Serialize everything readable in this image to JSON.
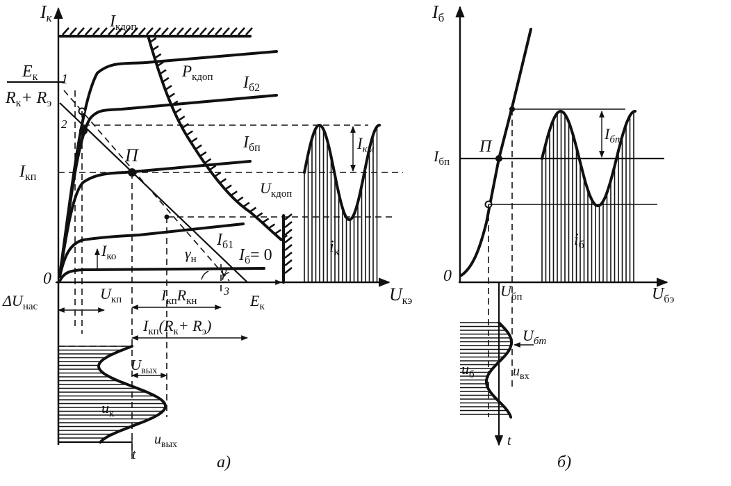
{
  "panel_a": {
    "caption": "а)",
    "y_axis_label": "I",
    "y_axis_sub": "к",
    "x_axis_label": "U",
    "x_axis_sub": "кэ",
    "origin": "0",
    "ik_dop": {
      "main": "I",
      "sub": "кдоп"
    },
    "pk_dop": {
      "main": "P",
      "sub": "кдоп"
    },
    "ib2": {
      "main": "I",
      "sub": "б2"
    },
    "ibp": {
      "main": "I",
      "sub": "бп"
    },
    "ib1": {
      "main": "I",
      "sub": "б1"
    },
    "ib0": {
      "main": "I",
      "sub": "б",
      "rest": "= 0"
    },
    "ikp": {
      "main": "I",
      "sub": "кп"
    },
    "iko": {
      "main": "I",
      "sub": "ко"
    },
    "ek_num": {
      "main": "E",
      "sub": "к"
    },
    "ek_den": {
      "a": "R",
      "a_sub": "к",
      "plus": "+ R",
      "b_sub": "э"
    },
    "point_1": "1",
    "point_2": "2",
    "point_3": "3",
    "point_p": "П",
    "gamma_n": {
      "main": "γ",
      "sub": "н"
    },
    "gamma": "γ",
    "uk_dop": {
      "main": "U",
      "sub": "кдоп"
    },
    "ikm": {
      "main": "I",
      "sub": "км"
    },
    "ik_wave": {
      "main": "i",
      "sub": "к"
    },
    "delta_unas": {
      "main": "ΔU",
      "sub": "нас"
    },
    "ukp": {
      "main": "U",
      "sub": "кп"
    },
    "ikp_rkn": {
      "a": "I",
      "a_sub": "кп",
      "b": "R",
      "b_sub": "кн"
    },
    "ikp_rk_re": {
      "a": "I",
      "a_sub": "кп",
      "mid": "(R",
      "k_sub": "к",
      "plus": "+ R",
      "e_sub": "э",
      "close": ")"
    },
    "ek_axis": {
      "main": "E",
      "sub": "к"
    },
    "uvyx_amp": {
      "main": "U",
      "sub": "вых"
    },
    "uk_wave": {
      "main": "u",
      "sub": "к"
    },
    "uvyx": {
      "main": "u",
      "sub": "вых"
    },
    "t": "t"
  },
  "panel_b": {
    "caption": "б)",
    "y_axis_label": "I",
    "y_axis_sub": "б",
    "x_axis_label": "U",
    "x_axis_sub": "бэ",
    "origin": "0",
    "point_p": "П",
    "ibp": {
      "main": "I",
      "sub": "бп"
    },
    "ibm": {
      "main": "I",
      "sub": "бm"
    },
    "ib_wave": {
      "main": "i",
      "sub": "б"
    },
    "ubp": {
      "main": "U",
      "sub": "бп"
    },
    "ubm": {
      "main": "U",
      "sub": "бm"
    },
    "ub_wave": {
      "main": "u",
      "sub": "б"
    },
    "uvx": {
      "main": "u",
      "sub": "вх"
    },
    "t": "t"
  }
}
